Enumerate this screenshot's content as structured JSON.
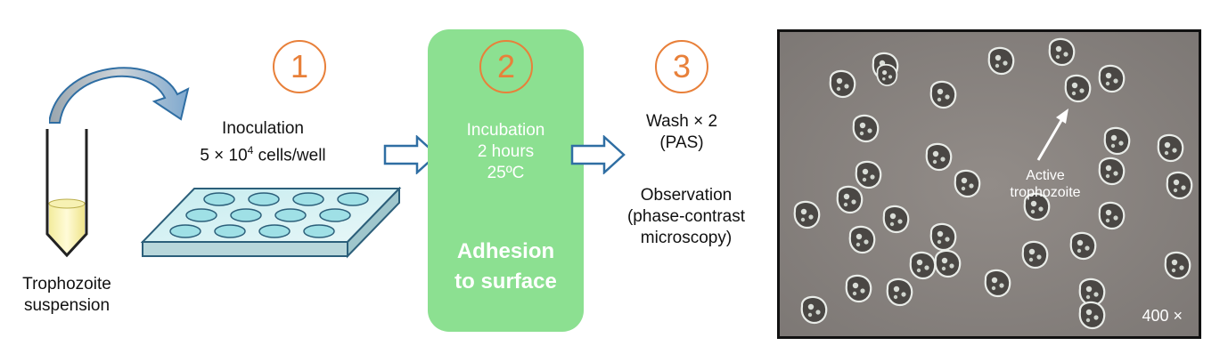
{
  "tube_label_line1": "Trophozoite",
  "tube_label_line2": "suspension",
  "step1": {
    "number": "1",
    "title": "Inoculation",
    "detail_prefix": "5 × 10",
    "detail_exp": "4",
    "detail_suffix": " cells/well"
  },
  "step2": {
    "number": "2",
    "line1": "Incubation",
    "line2": "2 hours",
    "line3": "25ºC",
    "result_line1": "Adhesion",
    "result_line2": "to surface"
  },
  "step3": {
    "number": "3",
    "line1": "Wash × 2",
    "line2": "(PAS)",
    "obs_line1": "Observation",
    "obs_line2": "(phase-contrast",
    "obs_line3": "microscopy)"
  },
  "photo": {
    "annotation_line1": "Active",
    "annotation_line2": "trophozoite",
    "magnification": "400 ×"
  },
  "colors": {
    "accent": "#e8803a",
    "panel": "#8ce091",
    "arrow": "#2f6ea3",
    "well": "#9fe0e6"
  }
}
